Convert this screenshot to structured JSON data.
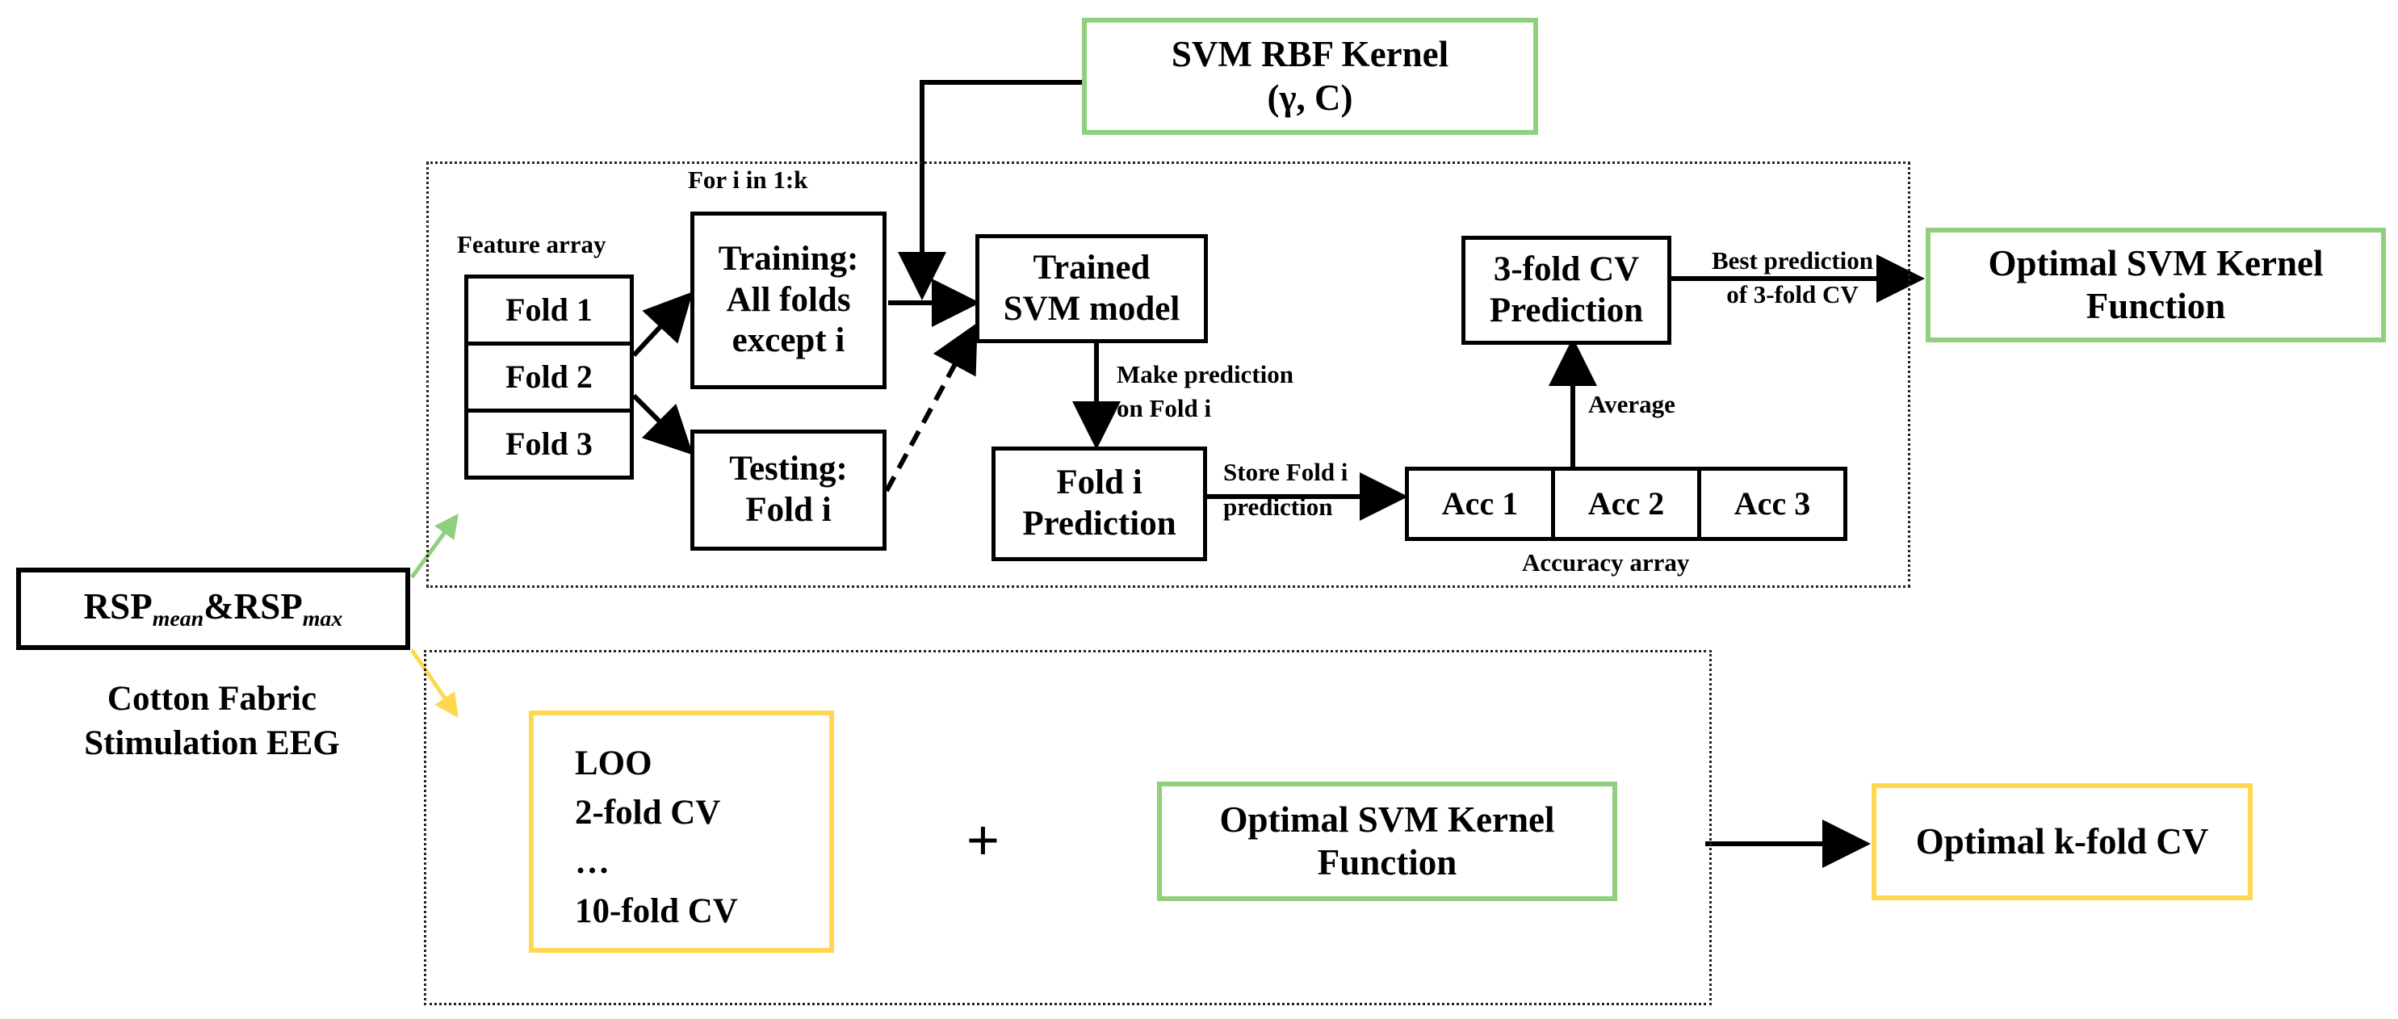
{
  "colors": {
    "stroke": "#000000",
    "green_accent": "#8fcf7e",
    "yellow_accent": "#ffd84f"
  },
  "input": {
    "rsp": "RSP",
    "sub_mean": "mean",
    "amp": "&",
    "sub_max": "max",
    "caption_line1": "Cotton Fabric",
    "caption_line2": "Stimulation EEG"
  },
  "svm_rbf": {
    "line1": "SVM RBF Kernel",
    "line2": "(γ, C)"
  },
  "loop_label": "For i in 1:k",
  "feature_array": {
    "label": "Feature array",
    "folds": [
      "Fold 1",
      "Fold 2",
      "Fold 3"
    ]
  },
  "training": {
    "line1": "Training:",
    "line2": "All folds",
    "line3": "except i"
  },
  "testing": {
    "line1": "Testing:",
    "line2": "Fold i"
  },
  "trained_model": {
    "line1": "Trained",
    "line2": "SVM model"
  },
  "make_prediction": {
    "line1": "Make prediction",
    "line2": "on Fold i"
  },
  "fold_prediction": {
    "line1": "Fold i",
    "line2": "Prediction"
  },
  "store_prediction": {
    "line1": "Store Fold i",
    "line2": "prediction"
  },
  "accuracy_array": {
    "label": "Accuracy array",
    "cells": [
      "Acc 1",
      "Acc 2",
      "Acc 3"
    ]
  },
  "average_label": "Average",
  "cv3_prediction": {
    "line1": "3-fold CV",
    "line2": "Prediction"
  },
  "best_prediction": {
    "line1": "Best prediction",
    "line2": "of 3-fold CV"
  },
  "optimal_kernel_top": {
    "line1": "Optimal SVM Kernel",
    "line2": "Function"
  },
  "cv_options": [
    "LOO",
    "2-fold CV",
    "…",
    "10-fold CV"
  ],
  "plus_sign": "+",
  "optimal_kernel_bottom": {
    "line1": "Optimal SVM Kernel",
    "line2": "Function"
  },
  "optimal_kfold": "Optimal k-fold CV"
}
